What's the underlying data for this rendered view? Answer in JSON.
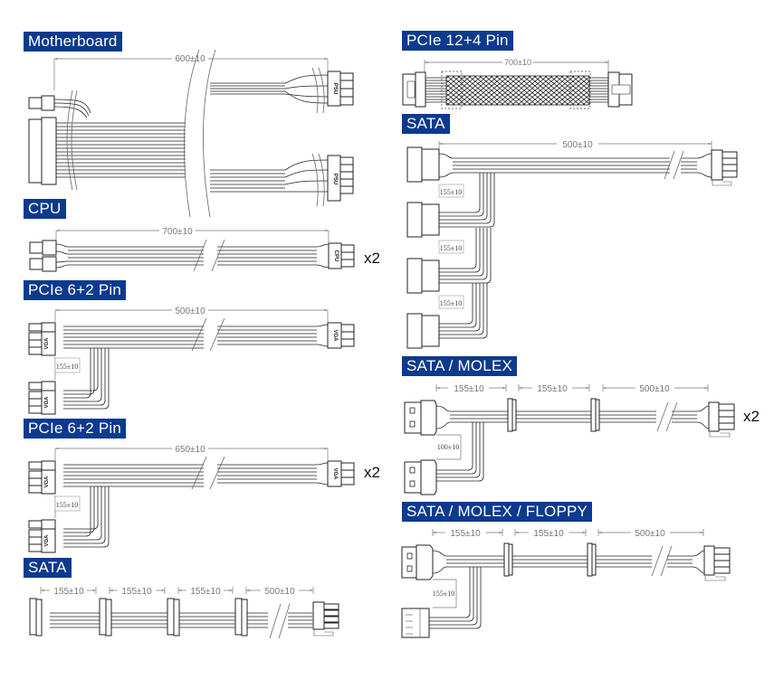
{
  "colors": {
    "label_bg": "#0b3a8e",
    "label_text": "#ffffff",
    "wire": "#222222",
    "dimension": "#777777"
  },
  "cables": [
    {
      "id": "motherboard",
      "title": "Motherboard",
      "dims": {
        "main": "600±10"
      },
      "connector_labels": [
        "PSU",
        "PSU"
      ],
      "quantity": ""
    },
    {
      "id": "cpu",
      "title": "CPU",
      "dims": {
        "main": "700±10"
      },
      "connector_labels": [
        "CPU"
      ],
      "quantity": "x2"
    },
    {
      "id": "pcie-62-a",
      "title": "PCIe 6+2 Pin",
      "dims": {
        "main": "500±10",
        "branch": "155±10"
      },
      "connector_labels": [
        "VGA",
        "VGA",
        "VGA"
      ],
      "quantity": ""
    },
    {
      "id": "pcie-62-b",
      "title": "PCIe 6+2 Pin",
      "dims": {
        "main": "650±10",
        "branch": "155±10"
      },
      "connector_labels": [
        "VGA",
        "VGA",
        "VGA"
      ],
      "quantity": "x2"
    },
    {
      "id": "sata-inline",
      "title": "SATA",
      "dims": {
        "seg1": "155±10",
        "seg2": "155±10",
        "seg3": "155±10",
        "main": "500±10"
      },
      "quantity": ""
    },
    {
      "id": "pcie-124",
      "title": "PCIe 12+4 Pin",
      "dims": {
        "main": "700±10"
      },
      "quantity": ""
    },
    {
      "id": "sata-branch",
      "title": "SATA",
      "dims": {
        "main": "500±10",
        "branch1": "155±10",
        "branch2": "155±10",
        "branch3": "155±10"
      },
      "quantity": ""
    },
    {
      "id": "sata-molex",
      "title": "SATA / MOLEX",
      "dims": {
        "seg1": "155±10",
        "seg2": "155±10",
        "main": "500±10",
        "branch": "100±10"
      },
      "quantity": "x2"
    },
    {
      "id": "sata-molex-floppy",
      "title": "SATA / MOLEX / FLOPPY",
      "dims": {
        "seg1": "155±10",
        "seg2": "155±10",
        "main": "500±10",
        "branch": "155±10"
      },
      "quantity": ""
    }
  ]
}
